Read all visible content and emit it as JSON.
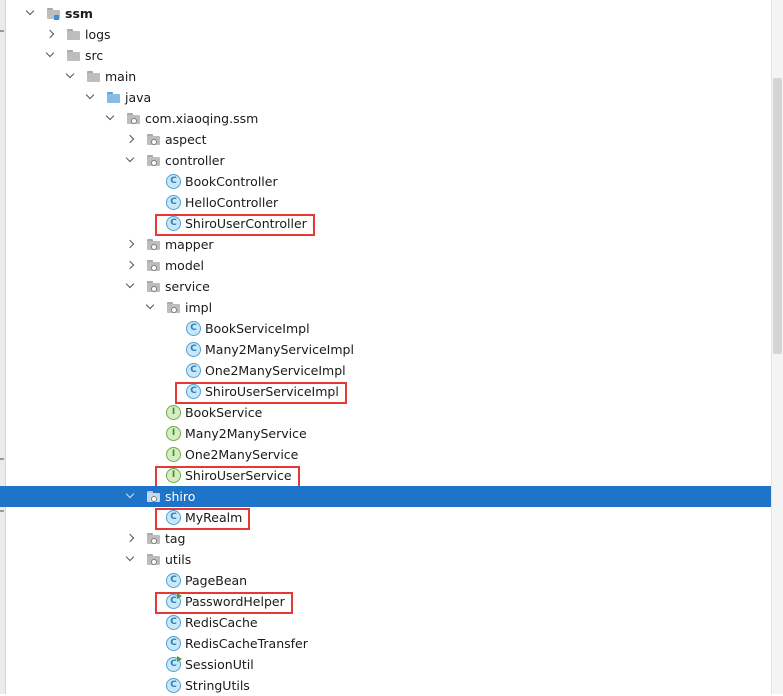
{
  "tree": [
    {
      "label": "ssm",
      "type": "folder",
      "variant": "module",
      "depth": 0,
      "expanded": true,
      "bold": true
    },
    {
      "label": "logs",
      "type": "folder",
      "depth": 1,
      "expanded": false
    },
    {
      "label": "src",
      "type": "folder",
      "depth": 1,
      "expanded": true
    },
    {
      "label": "main",
      "type": "folder",
      "depth": 2,
      "expanded": true
    },
    {
      "label": "java",
      "type": "folder",
      "variant": "blue",
      "depth": 3,
      "expanded": true
    },
    {
      "label": "com.xiaoqing.ssm",
      "type": "folder",
      "variant": "package",
      "depth": 4,
      "expanded": true
    },
    {
      "label": "aspect",
      "type": "folder",
      "variant": "package",
      "depth": 5,
      "expanded": false
    },
    {
      "label": "controller",
      "type": "folder",
      "variant": "package",
      "depth": 5,
      "expanded": true
    },
    {
      "label": "BookController",
      "type": "class",
      "depth": 6
    },
    {
      "label": "HelloController",
      "type": "class",
      "depth": 6
    },
    {
      "label": "ShiroUserController",
      "type": "class",
      "depth": 6,
      "highlighted": true
    },
    {
      "label": "mapper",
      "type": "folder",
      "variant": "package",
      "depth": 5,
      "expanded": false
    },
    {
      "label": "model",
      "type": "folder",
      "variant": "package",
      "depth": 5,
      "expanded": false
    },
    {
      "label": "service",
      "type": "folder",
      "variant": "package",
      "depth": 5,
      "expanded": true
    },
    {
      "label": "impl",
      "type": "folder",
      "variant": "package",
      "depth": 6,
      "expanded": true
    },
    {
      "label": "BookServiceImpl",
      "type": "class",
      "depth": 7
    },
    {
      "label": "Many2ManyServiceImpl",
      "type": "class",
      "depth": 7
    },
    {
      "label": "One2ManyServiceImpl",
      "type": "class",
      "depth": 7
    },
    {
      "label": "ShiroUserServiceImpl",
      "type": "class",
      "depth": 7,
      "highlighted": true
    },
    {
      "label": "BookService",
      "type": "interface",
      "depth": 6
    },
    {
      "label": "Many2ManyService",
      "type": "interface",
      "depth": 6
    },
    {
      "label": "One2ManyService",
      "type": "interface",
      "depth": 6
    },
    {
      "label": "ShiroUserService",
      "type": "interface",
      "depth": 6,
      "highlighted": true
    },
    {
      "label": "shiro",
      "type": "folder",
      "variant": "package",
      "depth": 5,
      "expanded": true,
      "selected": true
    },
    {
      "label": "MyRealm",
      "type": "class",
      "depth": 6,
      "highlighted": true
    },
    {
      "label": "tag",
      "type": "folder",
      "variant": "package",
      "depth": 5,
      "expanded": false
    },
    {
      "label": "utils",
      "type": "folder",
      "variant": "package",
      "depth": 5,
      "expanded": true
    },
    {
      "label": "PageBean",
      "type": "class",
      "depth": 6
    },
    {
      "label": "PasswordHelper",
      "type": "class",
      "variant": "runnable",
      "depth": 6,
      "highlighted": true
    },
    {
      "label": "RedisCache",
      "type": "class",
      "depth": 6
    },
    {
      "label": "RedisCacheTransfer",
      "type": "class",
      "depth": 6
    },
    {
      "label": "SessionUtil",
      "type": "class",
      "variant": "runnable",
      "depth": 6
    },
    {
      "label": "StringUtils",
      "type": "class",
      "depth": 6
    }
  ],
  "icons": {
    "class": "class-icon",
    "interface": "interface-icon",
    "folder": "folder-icon"
  },
  "icon_letters": {
    "class": "C",
    "interface": "I"
  },
  "colors": {
    "selection": "#1e74c8",
    "highlight_box": "#e53935",
    "class_icon": "#4aa2d4",
    "interface_icon": "#6aae3f"
  }
}
